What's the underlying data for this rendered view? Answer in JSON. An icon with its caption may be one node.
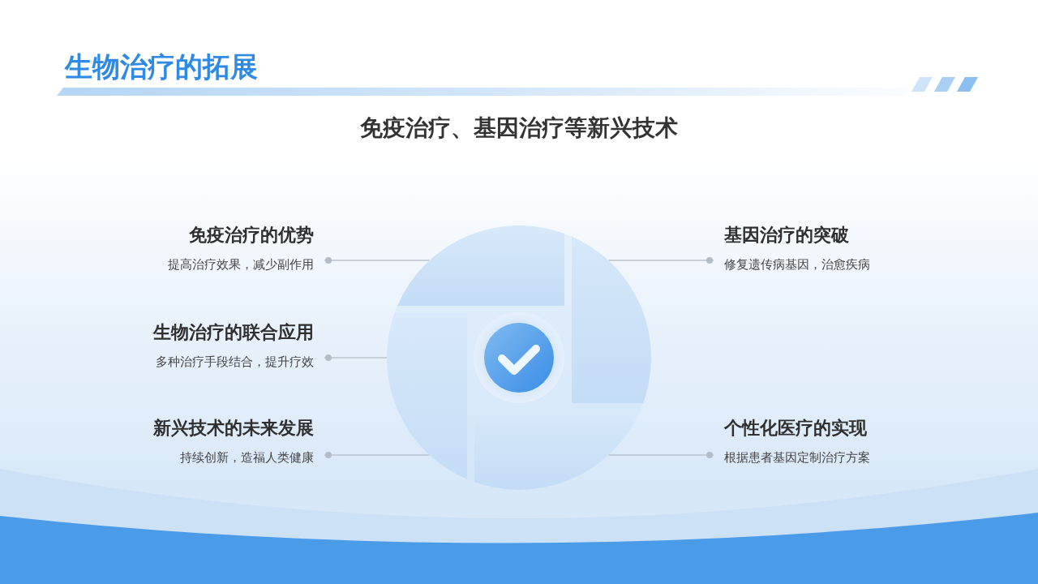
{
  "diagram": {
    "title": "生物治疗的拓展",
    "nodes": [
      {
        "text": [
          "免疫治疗的优势",
          "提高治疗效果，减少副作用"
        ]
      },
      {
        "text": [
          "基因治疗的突破",
          "修复遗传病基因，治愈疾病"
        ]
      },
      {
        "text": [
          "生物治疗的联合应用",
          "多种治疗手段结合，提升疗效"
        ]
      },
      {
        "text": [
          "新兴技术的未来发展",
          "持续创新，造福人类健康"
        ]
      },
      {
        "text": [
          "个性化医疗的实现",
          "根据患者基因定制治疗方案"
        ]
      },
      {
        "text": [],
        "shape": "circle"
      }
    ],
    "edges": [
      {
        "from": 0,
        "to": 5,
        "arrow": "other"
      },
      {
        "from": 1,
        "to": 5,
        "arrow": "other"
      },
      {
        "from": 2,
        "to": 5,
        "arrow": "other"
      },
      {
        "from": 3,
        "to": 5,
        "arrow": "other"
      },
      {
        "from": 4,
        "to": 5,
        "arrow": "other"
      }
    ],
    "labels": [
      "免疫治疗、基因治疗等新兴技术"
    ]
  }
}
